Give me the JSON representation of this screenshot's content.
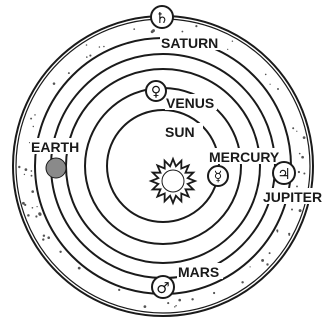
{
  "diagram": {
    "labels": {
      "saturn": "SATURN",
      "venus": "VENUS",
      "sun": "SUN",
      "earth": "EARTH",
      "mercury": "MERCURY",
      "jupiter": "JUPITER",
      "mars": "MARS"
    },
    "symbols": {
      "saturn": "♄",
      "venus": "♀",
      "mercury": "☿",
      "jupiter": "♃",
      "mars": "♂"
    },
    "colors": {
      "ink": "#1a1a1a",
      "earth_fill": "#8a8a8a",
      "stars": "#555555"
    }
  }
}
